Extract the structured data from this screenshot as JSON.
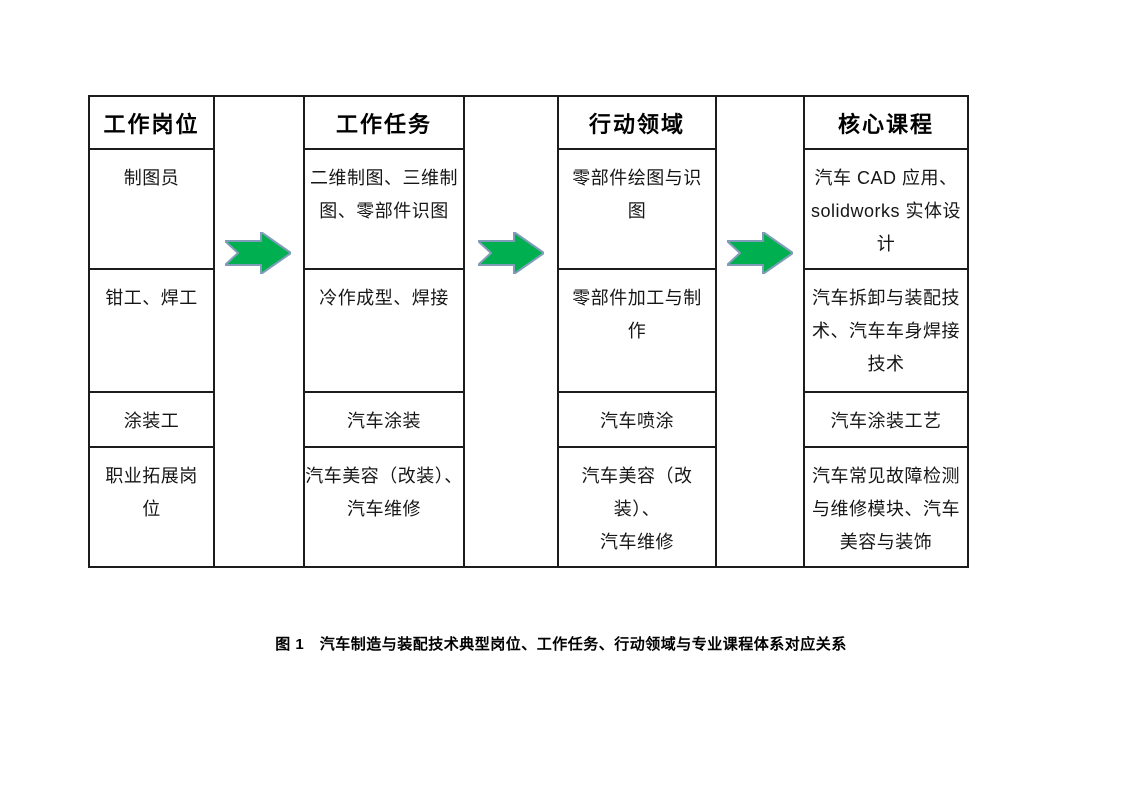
{
  "figure": {
    "columns": [
      {
        "header": "工作岗位",
        "cells": [
          "制图员",
          "钳工、焊工",
          "涂装工",
          "职业拓展岗\n位"
        ]
      },
      {
        "header": "工作任务",
        "cells": [
          "二维制图、三维制\n图、零部件识图",
          "冷作成型、焊接",
          "汽车涂装",
          "汽车美容（改装）、\n汽车维修"
        ]
      },
      {
        "header": "行动领域",
        "cells": [
          "零部件绘图与识\n图",
          "零部件加工与制\n作",
          "汽车喷涂",
          "汽车美容（改装）、\n汽车维修"
        ]
      },
      {
        "header": "核心课程",
        "cells": [
          "汽车 CAD 应用、\nsolidworks 实体设\n计",
          "汽车拆卸与装配技\n术、汽车车身焊接\n技术",
          "汽车涂装工艺",
          "汽车常见故障检测\n与维修模块、汽车\n美容与装饰"
        ]
      }
    ],
    "arrow_fill": "#00B050",
    "arrow_outline": "#7F9DB9",
    "caption": "图 1　汽车制造与装配技术典型岗位、工作任务、行动领域与专业课程体系对应关系"
  }
}
